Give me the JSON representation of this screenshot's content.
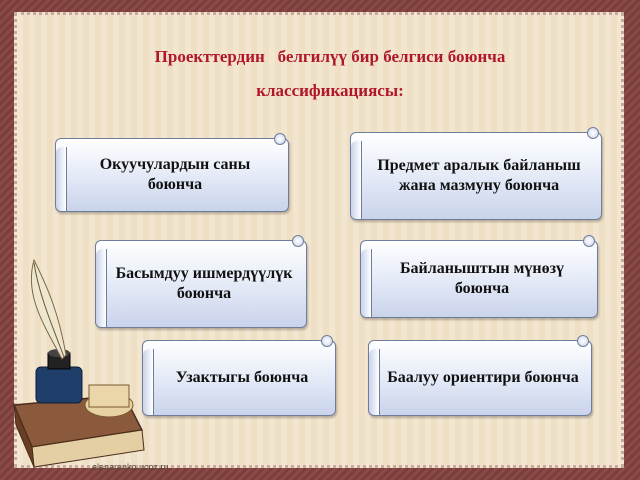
{
  "title_line1": "Проекттердин   белгилүү бир белгиси боюнча",
  "title_line2": "классификациясы:",
  "cards": [
    {
      "text": "Окуучулардын саны боюнча"
    },
    {
      "text": "Предмет аралык байланыш  жана мазмуну боюнча"
    },
    {
      "text": "Басымдуу ишмердүүлүк боюнча"
    },
    {
      "text": "Байланыштын мүнөзү боюнча"
    },
    {
      "text": "Узактыгы боюнча"
    },
    {
      "text": "Баалуу ориентири боюнча"
    }
  ],
  "watermark": "elenaranko.ucoz.ru",
  "colors": {
    "title": "#b0182a",
    "frame": "#7a3f3c",
    "scroll": "#dfe6f5"
  },
  "decoration": "quill-and-book-illustration"
}
